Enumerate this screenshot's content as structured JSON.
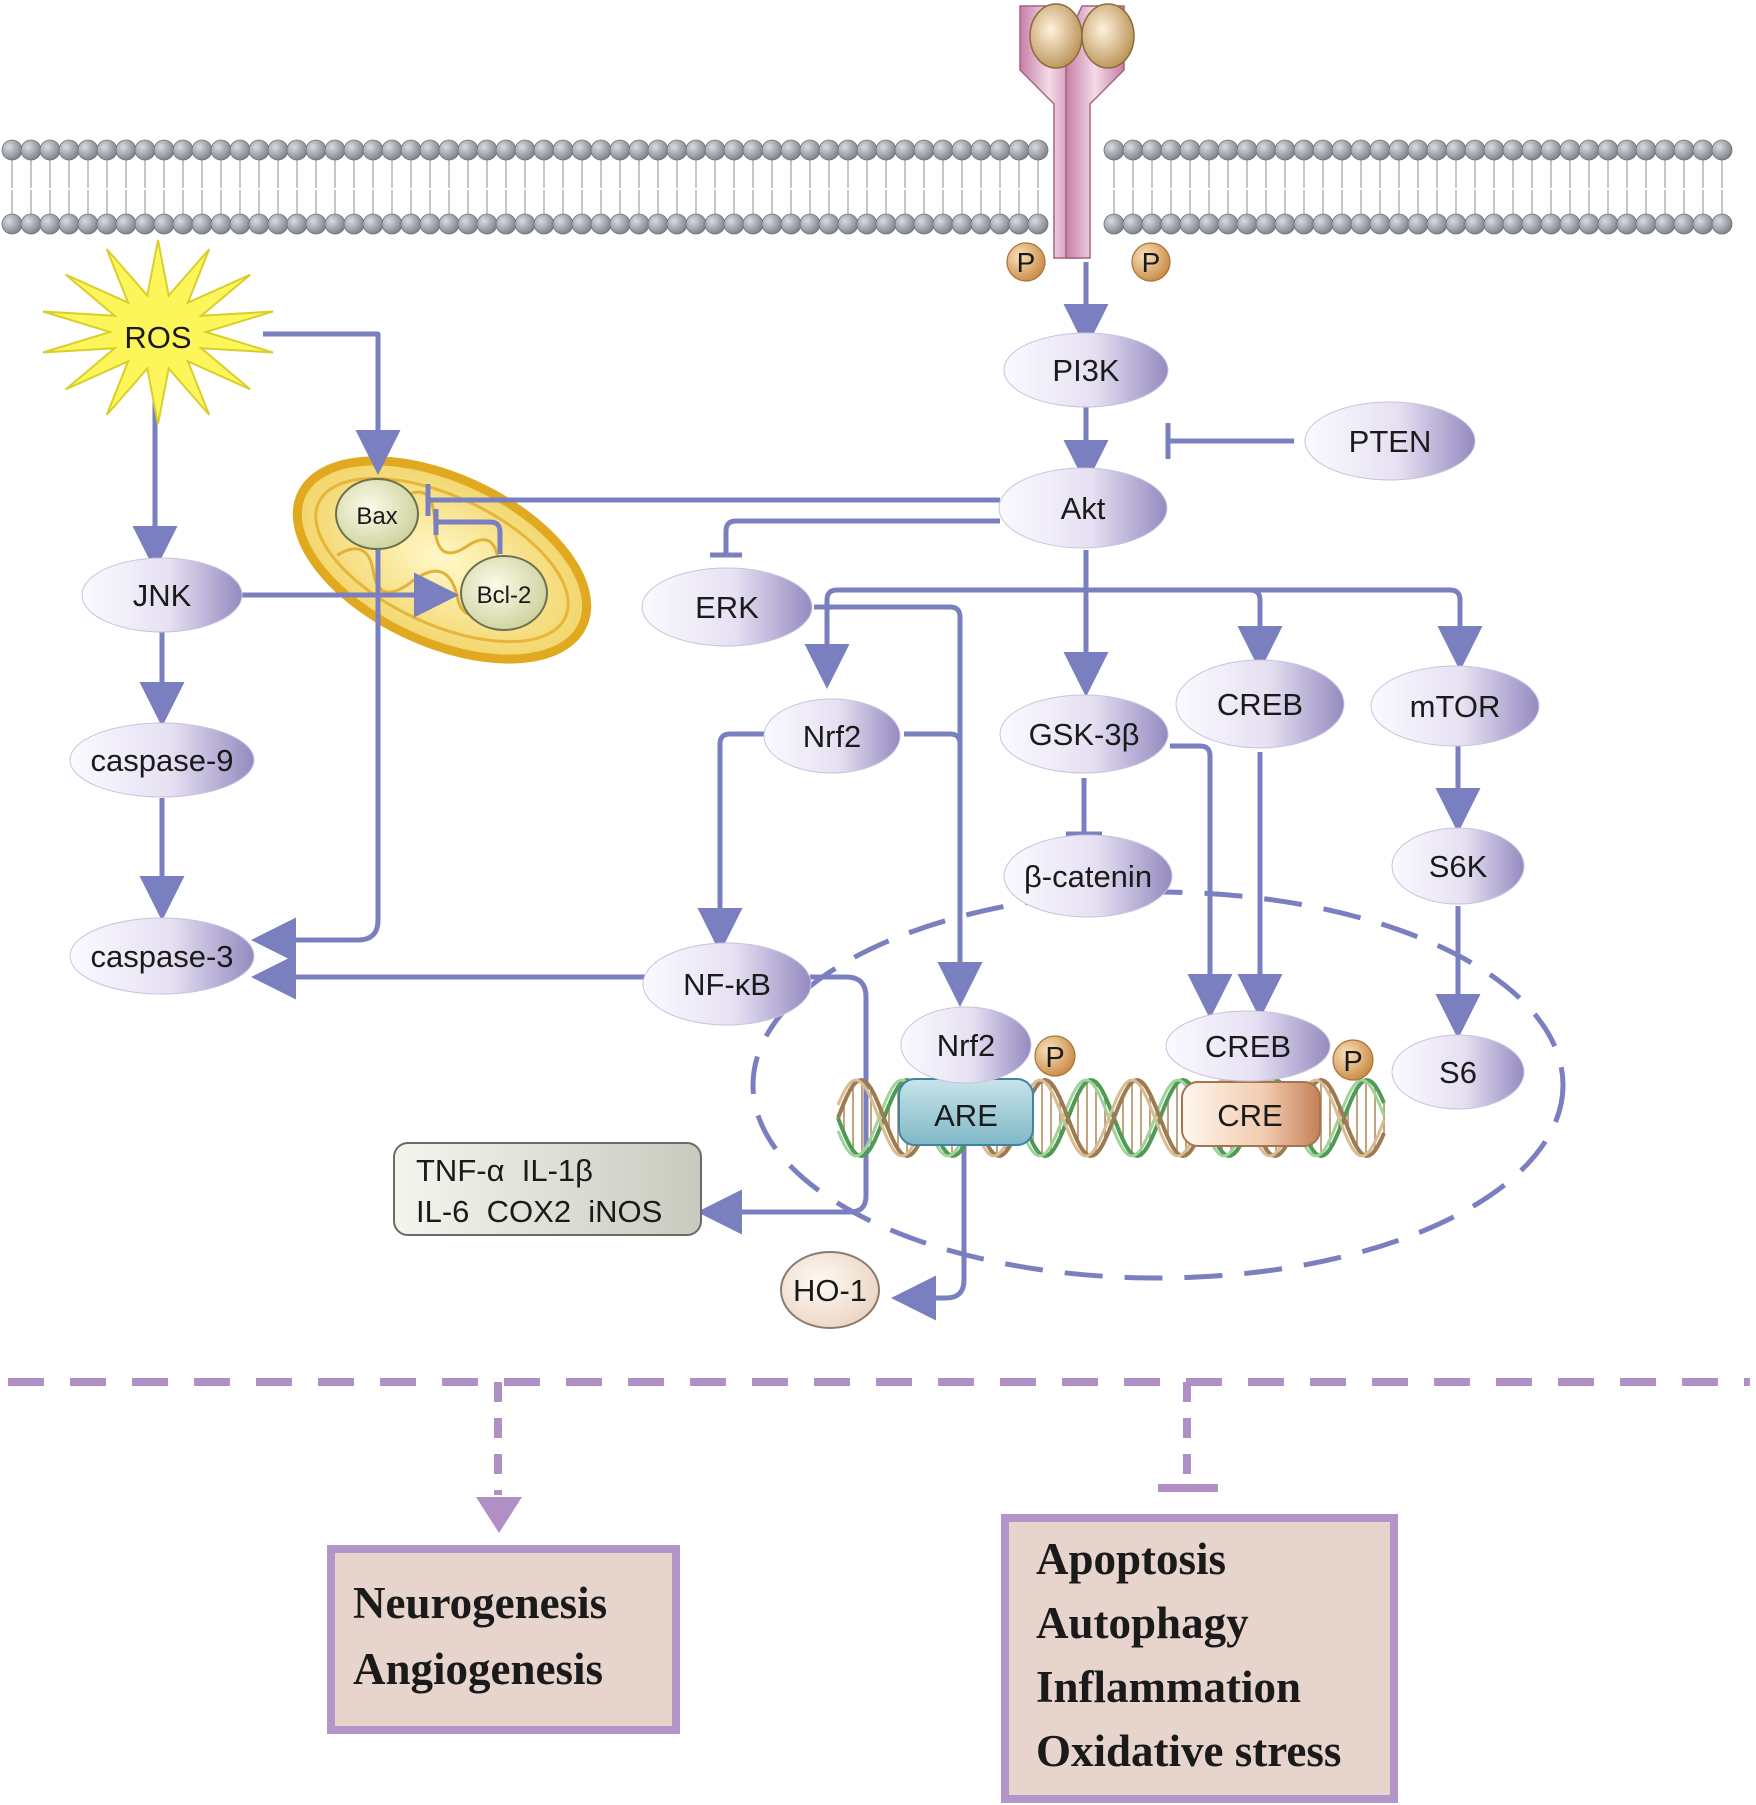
{
  "colors": {
    "arrow": "#7a7fc0",
    "node_light": "#f4f1fa",
    "node_dark": "#9d92c4",
    "membrane_head": "#9a9fa6",
    "phospho": "#e0a86a",
    "outcome_fill": "#e7d6cf",
    "outcome_border": "#b396c9",
    "dashed": "#b090c4"
  },
  "receptor": {
    "phospho_left": "P",
    "phospho_right": "P"
  },
  "nodes": {
    "ros": "ROS",
    "pi3k": "PI3K",
    "pten": "PTEN",
    "akt": "Akt",
    "bax": "Bax",
    "bcl2": "Bcl-2",
    "jnk": "JNK",
    "erk": "ERK",
    "caspase9": "caspase-9",
    "caspase3": "caspase-3",
    "nrf2": "Nrf2",
    "gsk3b": "GSK-3β",
    "creb": "CREB",
    "mtor": "mTOR",
    "beta_catenin": "β-catenin",
    "s6k": "S6K",
    "nfkb": "NF-κB",
    "nrf2_nuclear": "Nrf2",
    "creb_nuclear": "CREB",
    "s6": "S6",
    "are": "ARE",
    "cre": "CRE",
    "ho1": "HO-1",
    "phospho_nrf2": "P",
    "phospho_creb": "P"
  },
  "cytokines": {
    "line1": "TNF-α  IL-1β",
    "line2": "IL-6  COX2  iNOS"
  },
  "outcomes": {
    "promoted": [
      "Neurogenesis",
      "Angiogenesis"
    ],
    "inhibited": [
      "Apoptosis",
      "Autophagy",
      "Inflammation",
      "Oxidative stress"
    ]
  }
}
